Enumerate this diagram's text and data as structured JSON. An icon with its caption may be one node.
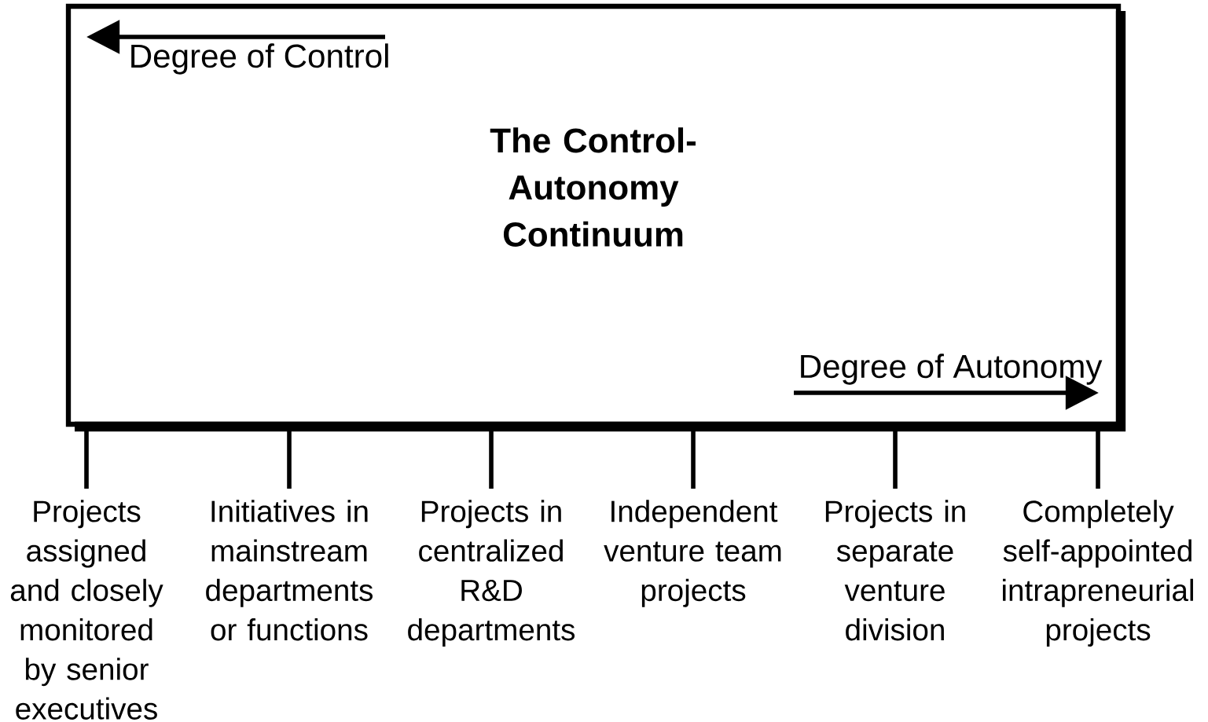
{
  "diagram": {
    "nodes": [
      {
        "text": [
          "The Control-Autonomy Continuum"
        ]
      },
      {
        "text": [
          "Projects assigned and closely monitored by senior executives"
        ]
      },
      {
        "text": [
          "Initiatives in mainstream departments or functions"
        ]
      },
      {
        "text": [
          "Projects in centralized R&D departments"
        ]
      },
      {
        "text": [
          "Independent venture team projects"
        ]
      },
      {
        "text": [
          "Projects in separate venture division"
        ]
      },
      {
        "text": [
          "Completely self-appointed intrapreneurial projects"
        ]
      }
    ],
    "edges": [
      {
        "from": 0,
        "to": 1,
        "arrow": "none"
      },
      {
        "from": 0,
        "to": 2,
        "arrow": "none"
      },
      {
        "from": 0,
        "to": 3,
        "arrow": "none"
      },
      {
        "from": 0,
        "to": 4,
        "arrow": "none"
      },
      {
        "from": 0,
        "to": 5,
        "arrow": "none"
      },
      {
        "from": 0,
        "to": 6,
        "arrow": "none"
      }
    ],
    "labels": [
      "Degree of Control",
      "Degree of Autonomy"
    ]
  }
}
